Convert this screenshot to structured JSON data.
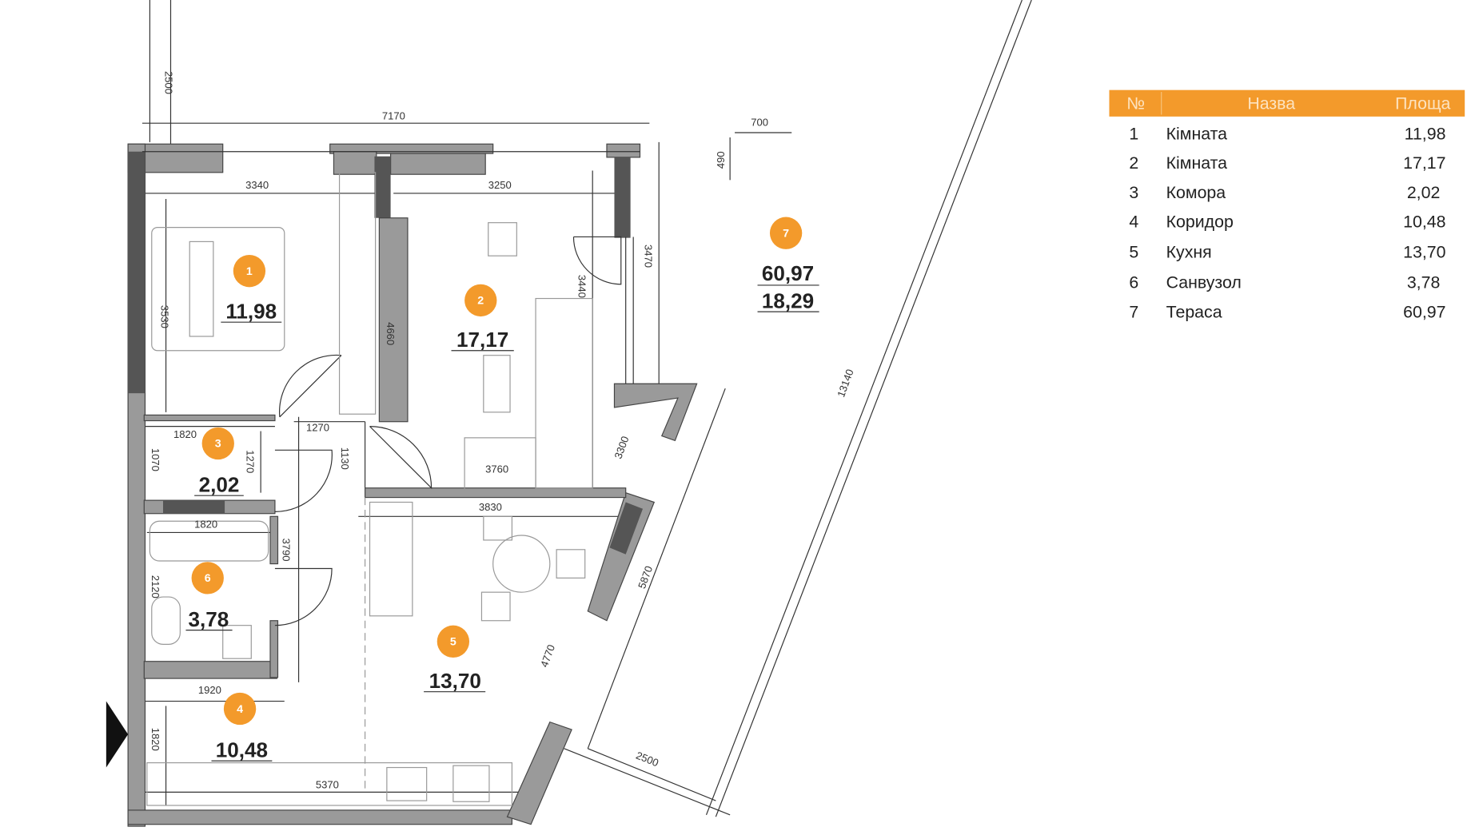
{
  "colors": {
    "accent": "#f39a2b",
    "wall": "#9a9a9a"
  },
  "rooms": [
    {
      "num": "1",
      "area": "11,98"
    },
    {
      "num": "2",
      "area": "17,17"
    },
    {
      "num": "3",
      "area": "2,02"
    },
    {
      "num": "4",
      "area": "10,48"
    },
    {
      "num": "5",
      "area": "13,70"
    },
    {
      "num": "6",
      "area": "3,78"
    },
    {
      "num": "7",
      "area": "60,97",
      "area2": "18,29"
    }
  ],
  "dimensions": {
    "d2500a": "2500",
    "d7170": "7170",
    "d3340": "3340",
    "d3250": "3250",
    "d700": "700",
    "d490": "490",
    "d3530": "3530",
    "d4660": "4660",
    "d3440": "3440",
    "d3470": "3470",
    "d13140": "13140",
    "d1820a": "1820",
    "d1270a": "1270",
    "d1070": "1070",
    "d1270b": "1270",
    "d1130": "1130",
    "d3760": "3760",
    "d3300": "3300",
    "d3830": "3830",
    "d1820b": "1820",
    "d3790": "3790",
    "d2120": "2120",
    "d5870": "5870",
    "d4770": "4770",
    "d1920": "1920",
    "d1820c": "1820",
    "d5370": "5370",
    "d2500b": "2500"
  },
  "table": {
    "headers": [
      "№",
      "Назва",
      "Площа"
    ],
    "rows": [
      {
        "num": "1",
        "name": "Кімната",
        "area": "11,98"
      },
      {
        "num": "2",
        "name": "Кімната",
        "area": "17,17"
      },
      {
        "num": "3",
        "name": "Комора",
        "area": "2,02"
      },
      {
        "num": "4",
        "name": "Коридор",
        "area": "10,48"
      },
      {
        "num": "5",
        "name": "Кухня",
        "area": "13,70"
      },
      {
        "num": "6",
        "name": "Санвузол",
        "area": "3,78"
      },
      {
        "num": "7",
        "name": "Тераса",
        "area": "60,97"
      }
    ]
  }
}
